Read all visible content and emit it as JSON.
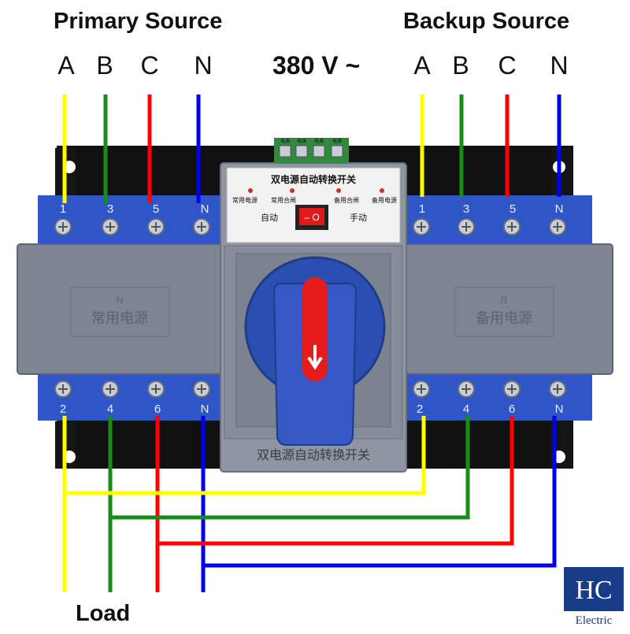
{
  "headers": {
    "primary": "Primary Source",
    "backup": "Backup Source",
    "voltage": "380 V ~",
    "load": "Load"
  },
  "phases": [
    "A",
    "B",
    "C",
    "N"
  ],
  "terminals": {
    "top": [
      "1",
      "3",
      "5",
      "N"
    ],
    "bottom": [
      "2",
      "4",
      "6",
      "N"
    ]
  },
  "panel": {
    "title": "双电源自动转换开关",
    "indicator_labels": [
      "常用电源",
      "常用合闸",
      "备用合闸",
      "备用电源"
    ],
    "auto_label": "自动",
    "manual_label": "手动",
    "switch_text": "– O",
    "bottom_label": "双电源自动转换开关",
    "connector_labels": [
      "电源",
      "电源",
      "电源",
      "电源"
    ]
  },
  "covers": {
    "primary_letter": "N",
    "primary_text": "常用电源",
    "backup_letter": "R",
    "backup_text": "备用电源"
  },
  "logo": {
    "mark": "HC",
    "name": "Electric"
  },
  "wire_colors": {
    "A": "#ffff00",
    "B": "#1a8a1a",
    "C": "#ff0000",
    "N": "#0000ee"
  },
  "wire_colors_order": [
    "#ffff00",
    "#1a8a1a",
    "#ff0000",
    "#0000ee"
  ]
}
